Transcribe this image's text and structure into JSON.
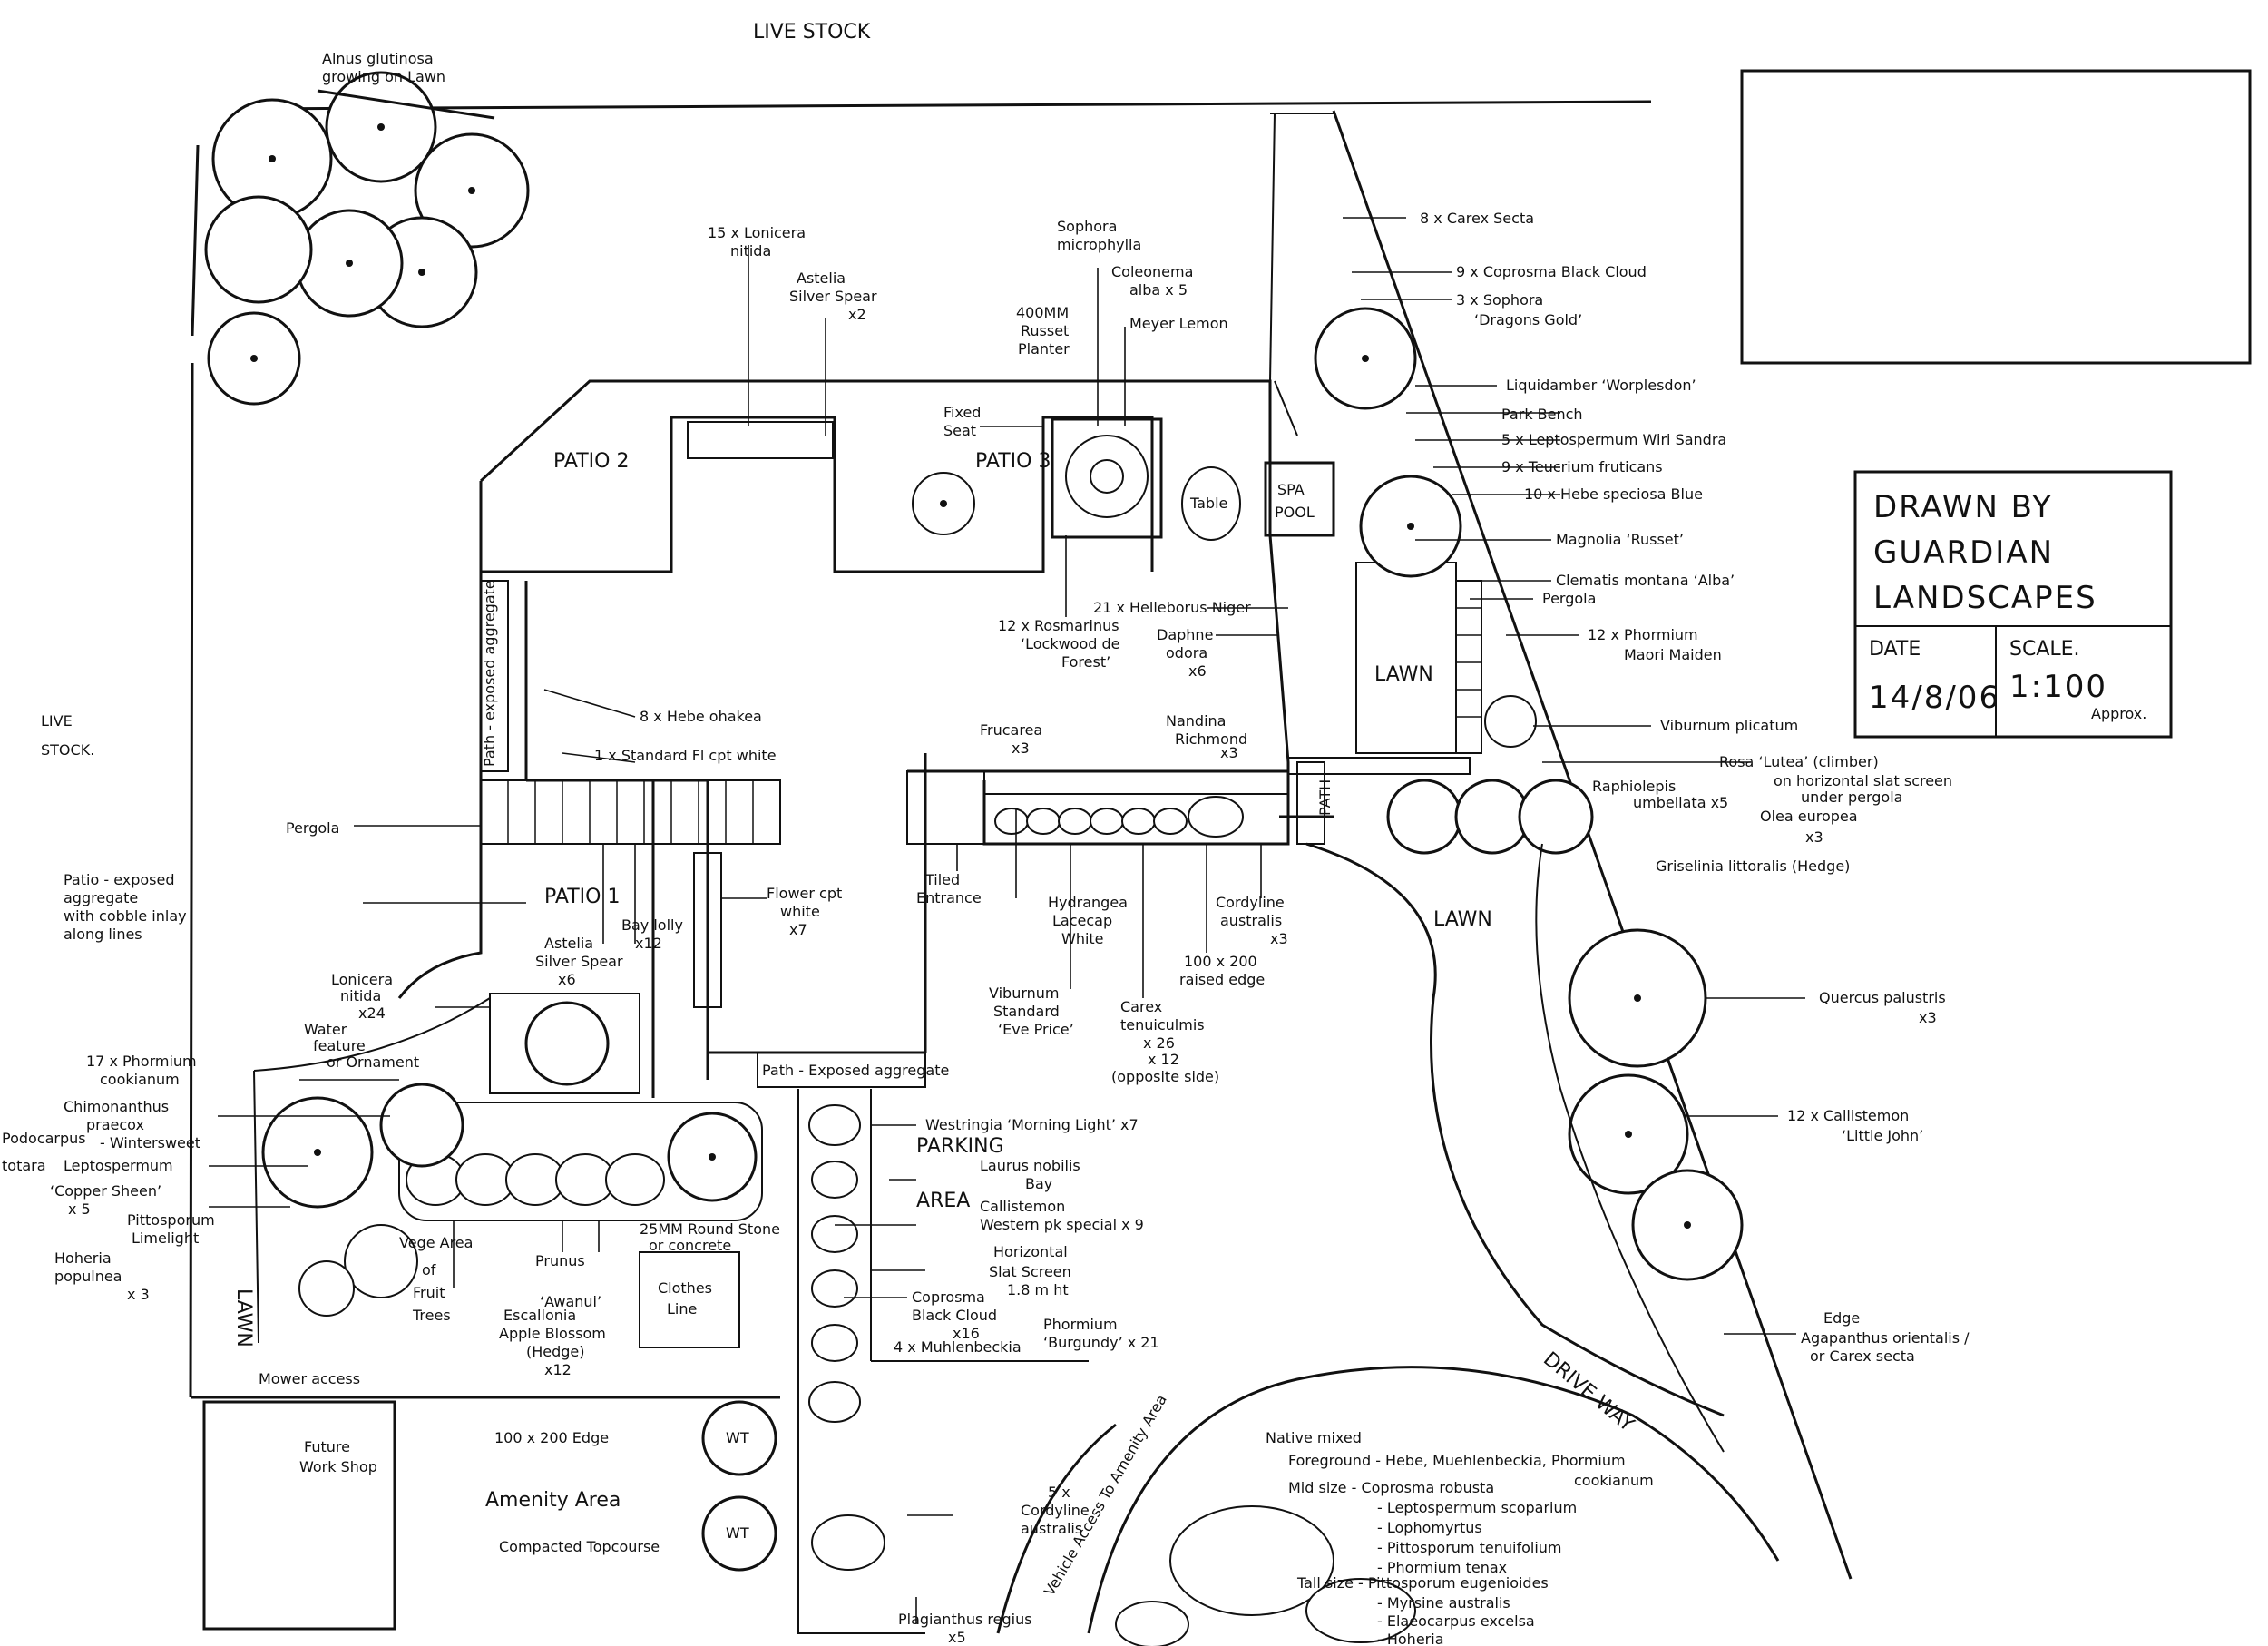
{
  "border_labels": {
    "top": "LIVE    STOCK",
    "left_1": "LIVE",
    "left_2": "STOCK."
  },
  "title_block": {
    "drawn_by_1": "DRAWN  BY",
    "drawn_by_2": "GUARDIAN",
    "drawn_by_3": "LANDSCAPES",
    "date_label": "DATE",
    "date_value": "14/8/06",
    "scale_label": "SCALE.",
    "scale_value": "1:100",
    "scale_note": "Approx."
  },
  "areas": {
    "patio_2": "PATIO 2",
    "patio_3": "PATIO 3",
    "patio_1": "PATIO 1",
    "table": "Table",
    "spa_pool_1": "SPA",
    "spa_pool_2": "POOL",
    "lawn_small": "LAWN",
    "lawn_main": "LAWN",
    "lawn_left": "LAWN",
    "path_side": "Path - exposed aggregate",
    "path_bottom": "Path - Exposed aggregate",
    "path_right": "PATH",
    "parking_1": "PARKING",
    "parking_2": "AREA",
    "clothes_line_1": "Clothes",
    "clothes_line_2": "Line",
    "wt_top": "WT",
    "wt_bottom": "WT",
    "future_workshop_1": "Future",
    "future_workshop_2": "Work Shop",
    "amenity_area": "Amenity Area",
    "amenity_sub": "Compacted Topcourse",
    "driveway": "DRIVE WAY",
    "vehicle_access": "Vehicle Access To Amenity Area",
    "vege_area_1": "Vege Area",
    "vege_area_2": "of",
    "vege_area_3": "Fruit",
    "vege_area_4": "Trees",
    "mower_access": "Mower access",
    "edge_100": "100 x 200 Edge",
    "round_stone_1": "25MM Round Stone",
    "round_stone_2": "or concrete",
    "tiled_entrance_1": "Tiled",
    "tiled_entrance_2": "Entrance",
    "fixed_seat_1": "Fixed",
    "fixed_seat_2": "Seat"
  },
  "plant_labels": {
    "alnus_1": "Alnus glutinosa",
    "alnus_2": "growing on Lawn",
    "lonicera_top_1": "15 x Lonicera",
    "lonicera_top_2": "nitida",
    "astelia_top_1": "Astelia",
    "astelia_top_2": "Silver Spear",
    "astelia_top_3": "x2",
    "sophora_1": "Sophora",
    "sophora_2": "microphylla",
    "coleonema_1": "Coleonema",
    "coleonema_2": "alba x 5",
    "planter_1": "400MM",
    "planter_2": "Russet",
    "planter_3": "Planter",
    "meyer_lemon": "Meyer Lemon",
    "carex_secta": "8 x Carex Secta",
    "coprosma_cloud": "9 x Coprosma Black Cloud",
    "sophora_dragon_1": "3 x Sophora",
    "sophora_dragon_2": "‘Dragons Gold’",
    "liquidamber": "Liquidamber ‘Worplesdon’",
    "park_bench": "Park Bench",
    "leptospermum_wiri": "5 x Leptospermum Wiri Sandra",
    "teucrium": "9 x Teucrium fruticans",
    "hebe_blue": "10 x Hebe speciosa Blue",
    "magnolia": "Magnolia ‘Russet’",
    "clematis": "Clematis montana ‘Alba’",
    "pergola_right": "Pergola",
    "phormium_maori_1": "12 x Phormium",
    "phormium_maori_2": "Maori Maiden",
    "viburnum_plicatum": "Viburnum plicatum",
    "rosa_lutea_1": "Rosa ‘Lutea’ (climber)",
    "rosa_lutea_2": "on horizontal slat screen",
    "rosa_lutea_3": "under pergola",
    "raphiolepis_1": "Raphiolepis",
    "raphiolepis_2": "umbellata x5",
    "olea_1": "Olea europea",
    "olea_2": "x3",
    "griselinia": "Griselinia littoralis (Hedge)",
    "quercus_1": "Quercus palustris",
    "quercus_2": "x3",
    "callistemon_little_1": "12 x Callistemon",
    "callistemon_little_2": "‘Little John’",
    "edge_right_1": "Edge",
    "edge_right_2": "Agapanthus orientalis /",
    "edge_right_3": "or Carex secta",
    "native_mixed": "Native mixed",
    "foreground": "Foreground - Hebe, Muehlenbeckia, Phormium",
    "foreground_2": "cookianum",
    "mid_size": "Mid size - Coprosma robusta",
    "mid_2": "- Leptospermum scoparium",
    "mid_3": "- Lophomyrtus",
    "mid_4": "- Pittosporum tenuifolium",
    "mid_5": "- Phormium tenax",
    "tall_size": "Tall size - Pittosporum eugenioides",
    "tall_2": "- Myrsine australis",
    "tall_3": "- Elaeocarpus excelsa",
    "tall_4": "- Hoheria",
    "helleborus": "21 x Helleborus Niger",
    "rosmarinus_1": "12 x Rosmarinus",
    "rosmarinus_2": "‘Lockwood de",
    "rosmarinus_3": "Forest’",
    "daphne_1": "Daphne",
    "daphne_2": "odora",
    "daphne_3": "x6",
    "hebe_ohakea": "8 x Hebe ohakea",
    "standard_fl": "1 x Standard Fl cpt white",
    "pergola_left": "Pergola",
    "patio_note_1": "Patio - exposed",
    "patio_note_2": "aggregate",
    "patio_note_3": "with cobble inlay",
    "patio_note_4": "along lines",
    "frucarea_1": "Frucarea",
    "frucarea_2": "x3",
    "nandina_1": "Nandina",
    "nandina_2": "Richmond",
    "nandina_3": "x3",
    "flower_cpt_1": "Flower cpt",
    "flower_cpt_2": "white",
    "flower_cpt_3": "x7",
    "bay_lolly_1": "Bay lolly",
    "bay_lolly_2": "x12",
    "astelia_mid_1": "Astelia",
    "astelia_mid_2": "Silver Spear",
    "astelia_mid_3": "x6",
    "hydrangea_1": "Hydrangea",
    "hydrangea_2": "Lacecap",
    "hydrangea_3": "White",
    "cordyline_mid_1": "Cordyline",
    "cordyline_mid_2": "australis",
    "cordyline_mid_3": "x3",
    "raised_edge_1": "100 x 200",
    "raised_edge_2": "raised edge",
    "lonicera_mid_1": "Lonicera",
    "lonicera_mid_2": "nitida",
    "lonicera_mid_3": "x24",
    "water_feature_1": "Water",
    "water_feature_2": "feature",
    "water_feature_3": "or Ornament",
    "viburnum_std_1": "Viburnum",
    "viburnum_std_2": "Standard",
    "viburnum_std_3": "‘Eve Price’",
    "carex_tenui_1": "Carex",
    "carex_tenui_2": "tenuiculmis",
    "carex_tenui_3": "x 26",
    "carex_tenui_4": "x 12",
    "carex_tenui_5": "(opposite side)",
    "phormium_cook_1": "17 x Phormium",
    "phormium_cook_2": "cookianum",
    "chimonanthus_1": "Chimonanthus",
    "chimonanthus_2": "praecox",
    "chimonanthus_3": "- Wintersweet",
    "westringia": "Westringia ‘Morning Light’ x7",
    "laurus_1": "Laurus nobilis",
    "laurus_2": "Bay",
    "podocarpus_1": "Podocarpus",
    "podocarpus_2": "totara",
    "leptospermum_cs_1": "Leptospermum",
    "leptospermum_cs_2": "‘Copper Sheen’",
    "leptospermum_cs_3": "x 5",
    "callistemon_w_1": "Callistemon",
    "callistemon_w_2": "Western pk special x 9",
    "pittosporum_ll_1": "Pittosporum",
    "pittosporum_ll_2": "Limelight",
    "hoheria_1": "Hoheria",
    "hoheria_2": "populnea",
    "hoheria_3": "x 3",
    "prunus_1": "Prunus",
    "prunus_2": "‘Awanui’",
    "escallonia_1": "Escallonia",
    "escallonia_2": "Apple Blossom",
    "escallonia_3": "(Hedge)",
    "escallonia_4": "x12",
    "slat_screen_1": "Horizontal",
    "slat_screen_2": "Slat Screen",
    "slat_screen_3": "1.8 m ht",
    "coprosma_bc_1": "Coprosma",
    "coprosma_bc_2": "Black Cloud",
    "coprosma_bc_3": "x16",
    "phormium_burg_1": "Phormium",
    "phormium_burg_2": "‘Burgundy’ x 21",
    "muehlenbeckia": "4 x Muhlenbeckia",
    "cordyline_low_1": "5 x",
    "cordyline_low_2": "Cordyline",
    "cordyline_low_3": "australis",
    "plagianthus_1": "Plagianthus regius",
    "plagianthus_2": "x5"
  }
}
